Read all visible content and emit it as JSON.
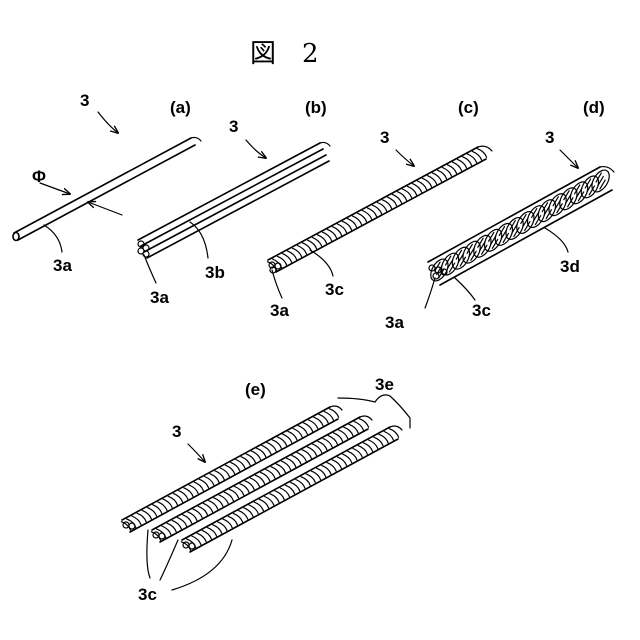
{
  "figure": {
    "title": "図　2",
    "panels": {
      "a": {
        "tag": "(a)",
        "ref": "3",
        "phi": "Φ",
        "part": "3a"
      },
      "b": {
        "tag": "(b)",
        "ref": "3",
        "part_a": "3a",
        "part_b": "3b"
      },
      "c": {
        "tag": "(c)",
        "ref": "3",
        "part_a": "3a",
        "part_c": "3c"
      },
      "d": {
        "tag": "(d)",
        "ref": "3",
        "part_a": "3a",
        "part_c": "3c",
        "part_d": "3d"
      },
      "e": {
        "tag": "(e)",
        "ref": "3",
        "part_e": "3e",
        "part_c": "3c"
      }
    }
  }
}
